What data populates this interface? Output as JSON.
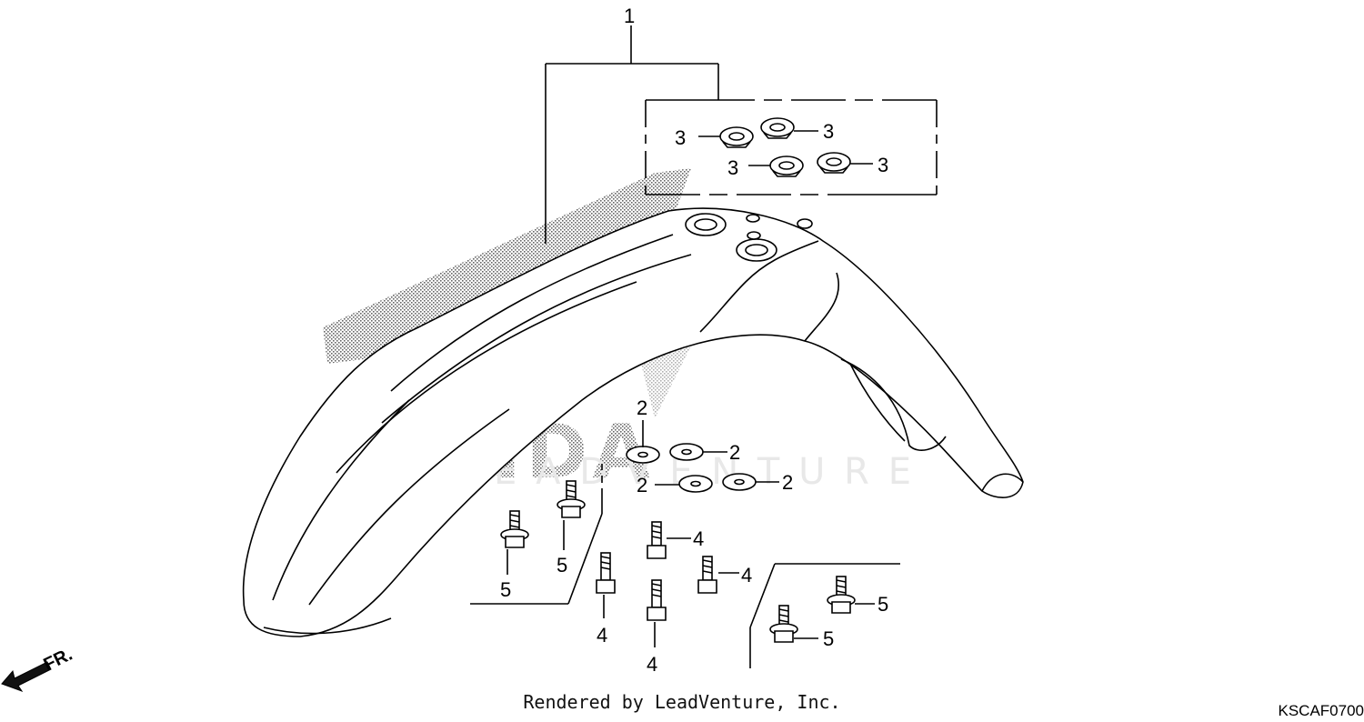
{
  "diagram": {
    "callouts": {
      "c1": "1",
      "c2a": "2",
      "c2b": "2",
      "c2c": "2",
      "c2d": "2",
      "c3a": "3",
      "c3b": "3",
      "c3c": "3",
      "c3d": "3",
      "c4a": "4",
      "c4b": "4",
      "c4c": "4",
      "c4d": "4",
      "c5a": "5",
      "c5b": "5",
      "c5c": "5",
      "c5d": "5"
    },
    "direction": "FR.",
    "watermark": "HONDA",
    "watermark_sub": "LEADVENTURE"
  },
  "footer": {
    "credit": "Rendered by LeadVenture, Inc.",
    "code": "KSCAF0700"
  }
}
